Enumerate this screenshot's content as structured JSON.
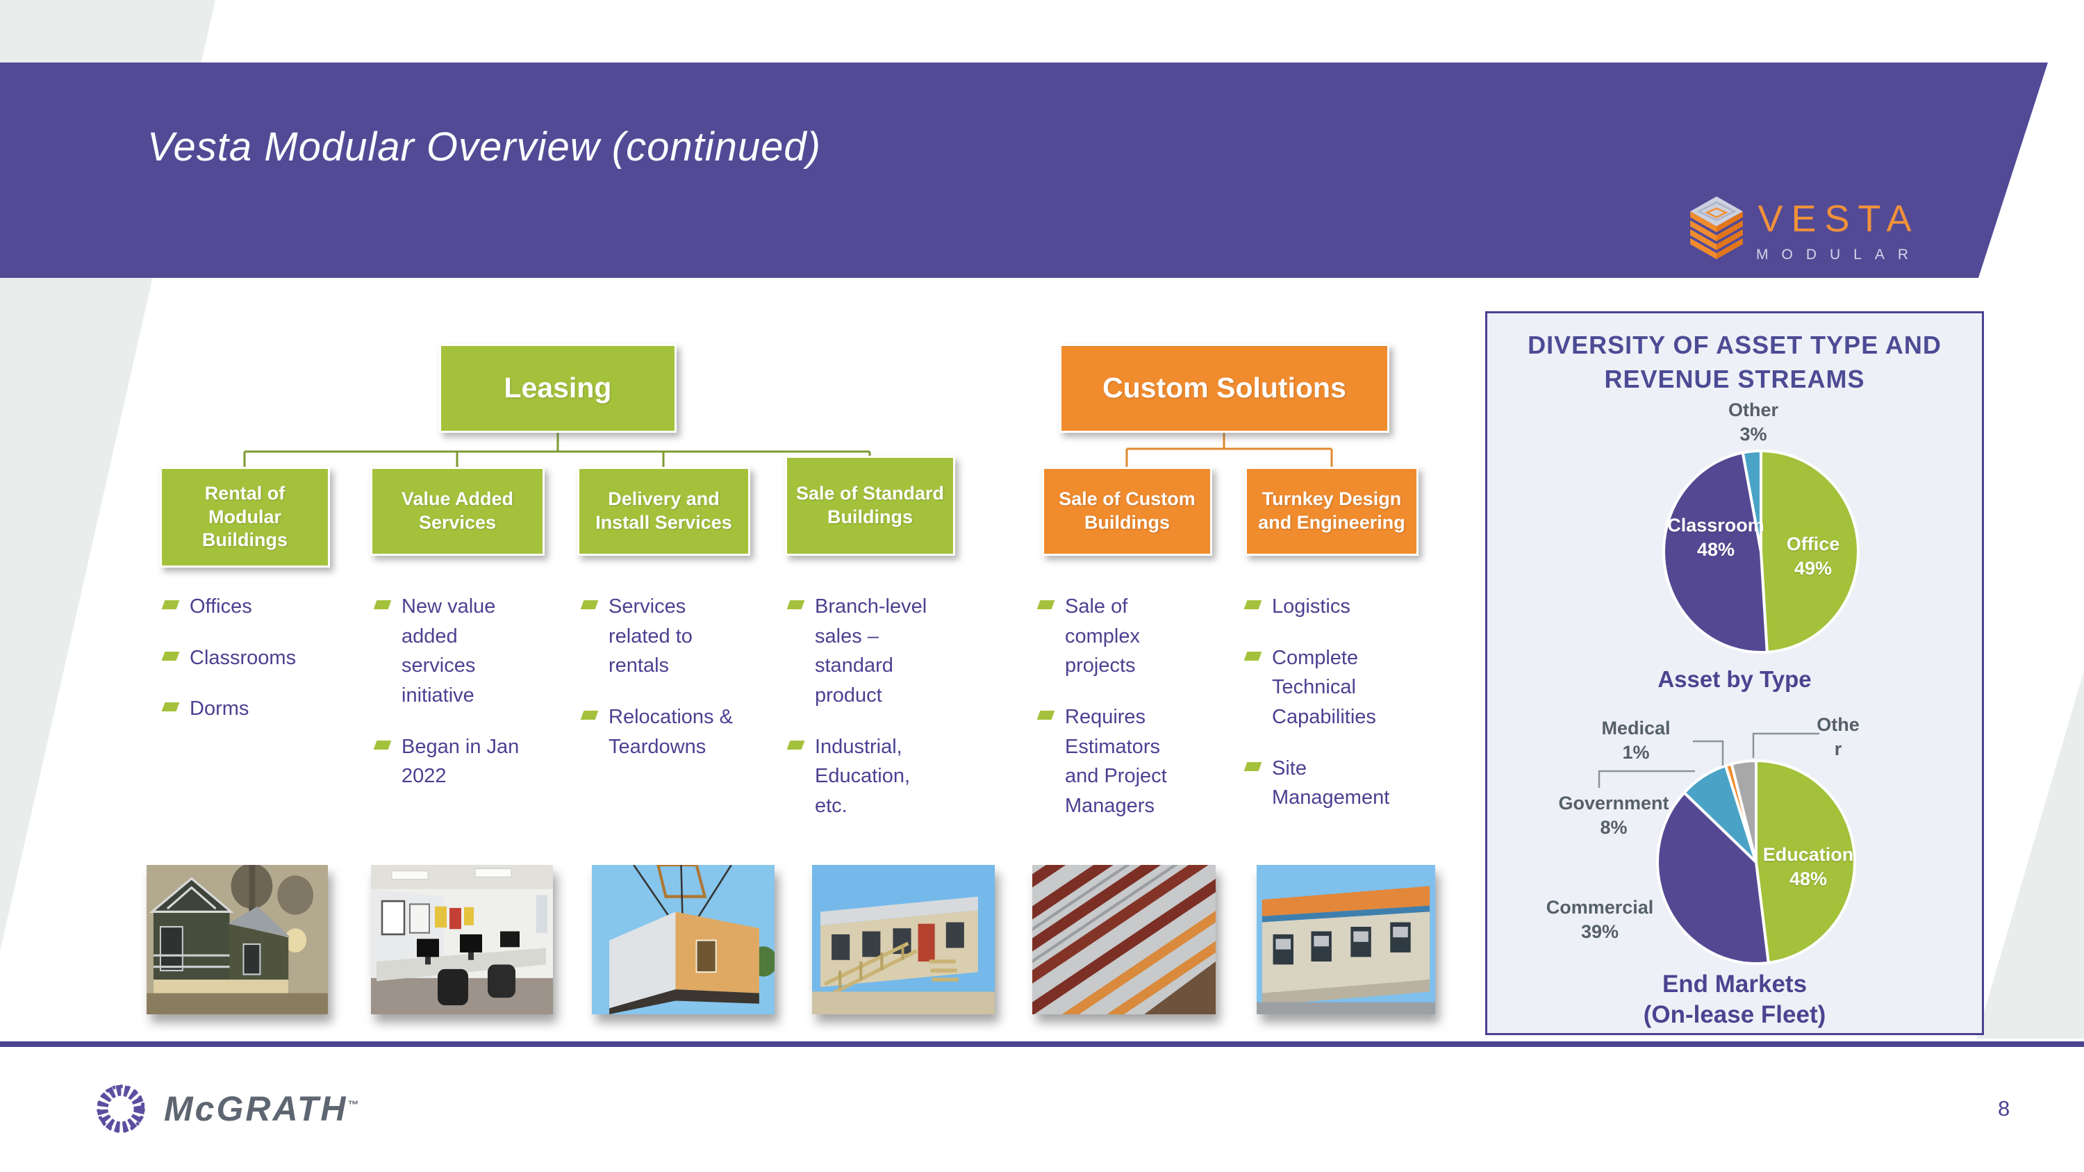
{
  "slide": {
    "title": "Vesta Modular Overview (continued)",
    "page_number": "8"
  },
  "vesta_logo": {
    "wordmark": "VESTA",
    "sub": "MODULAR"
  },
  "mcgrath_logo": {
    "wordmark": "McGRATH",
    "tm": "™"
  },
  "trees": {
    "leasing": {
      "root": "Leasing",
      "children": [
        "Rental of Modular Buildings",
        "Value Added Services",
        "Delivery and Install Services",
        "Sale of Standard Buildings"
      ]
    },
    "custom": {
      "root": "Custom Solutions",
      "children": [
        "Sale of Custom Buildings",
        "Turnkey Design and Engineering"
      ]
    }
  },
  "bullets": {
    "c1": [
      "Offices",
      "Classrooms",
      "Dorms"
    ],
    "c2": [
      "New value added services initiative",
      "Began in Jan 2022"
    ],
    "c3": [
      "Services related to rentals",
      "Relocations & Teardowns"
    ],
    "c4": [
      "Branch-level sales – standard product",
      "Industrial, Education, etc."
    ],
    "c5": [
      "Sale of complex projects",
      "Requires Estimators and Project Managers"
    ],
    "c6": [
      "Logistics",
      "Complete Technical Capabilities",
      "Site Management"
    ]
  },
  "panel": {
    "title_line1": "DIVERSITY OF ASSET TYPE AND",
    "title_line2": "REVENUE STREAMS",
    "chart2_title_line1": "End Markets",
    "chart2_title_line2": "(On-lease Fleet)",
    "pie1_labels": {
      "other": "Other",
      "other_pct": "3%",
      "classroom": "Classroom",
      "classroom_pct": "48%",
      "office": "Office",
      "office_pct": "49%"
    },
    "pie2_labels": {
      "medical": "Medical",
      "medical_pct": "1%",
      "other_line1": "Othe",
      "other_line2": "r",
      "government": "Government",
      "government_pct": "8%",
      "commercial": "Commercial",
      "commercial_pct": "39%",
      "education": "Education",
      "education_pct": "48%"
    }
  },
  "chart_data": [
    {
      "type": "pie",
      "title": "Asset by Type",
      "labels": [
        "Office",
        "Classroom",
        "Other"
      ],
      "values": [
        49,
        48,
        3
      ],
      "colors": [
        "#a3c13a",
        "#554892",
        "#4aa3c6"
      ],
      "start": "12-oclock",
      "direction": "clockwise",
      "legend_position": "labels-on-chart"
    },
    {
      "type": "pie",
      "title": "End Markets (On-lease Fleet)",
      "labels": [
        "Education",
        "Commercial",
        "Government",
        "Medical",
        "Other"
      ],
      "values": [
        48,
        39,
        8,
        1,
        4
      ],
      "colors": [
        "#a3c13a",
        "#554892",
        "#4aa3c6",
        "#f08c2e",
        "#a8a8a8"
      ],
      "start": "12-oclock",
      "direction": "clockwise",
      "note": "Other slice shown without percentage label; ~4% by remainder",
      "legend_position": "labels-on-chart"
    }
  ],
  "photos": [
    "modular home exterior at dusk",
    "office interior with desks and monitors",
    "modular unit being craned",
    "modular building with wooden ramp",
    "aerial view of modular unit roofs",
    "row of modular classroom buildings"
  ],
  "theme_colors": {
    "header_purple": "#534a96",
    "accent_green": "#a4c13c",
    "accent_orange": "#f08b2e",
    "text_purple": "#4b4191",
    "panel_bg": "#eef0f7",
    "slate_label": "#556068"
  }
}
